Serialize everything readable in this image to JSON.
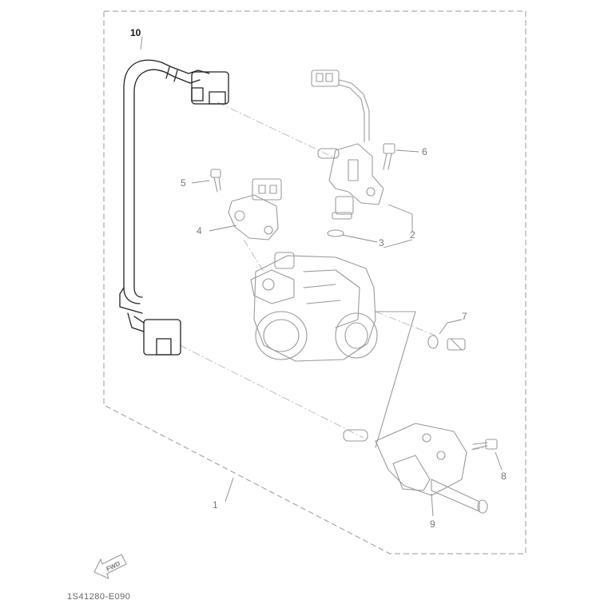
{
  "callouts": {
    "c1": "1",
    "c2": "2",
    "c3": "3",
    "c4": "4",
    "c5": "5",
    "c6": "6",
    "c7": "7",
    "c8": "8",
    "c9": "9",
    "c10": "10"
  },
  "fwd_label": "FWD",
  "reference_code": "1S41280-E090"
}
